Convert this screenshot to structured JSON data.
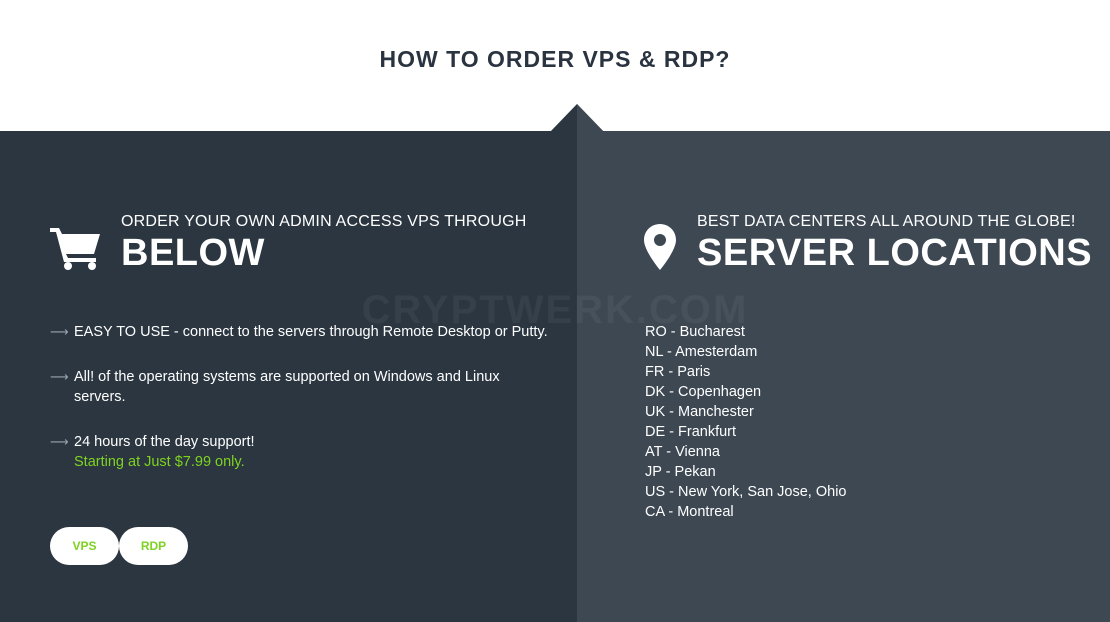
{
  "header": {
    "title": "HOW TO ORDER VPS & RDP?"
  },
  "watermark": "CRYPTWERK.COM",
  "left": {
    "eyebrow": "ORDER YOUR OWN ADMIN ACCESS VPS THROUGH",
    "heading": "BELOW",
    "icon": "shopping-cart-icon",
    "features": [
      {
        "text": "EASY TO USE - connect to the servers through Remote Desktop or Putty."
      },
      {
        "text": "All! of the operating systems are supported on Windows and Linux servers."
      },
      {
        "text": "24 hours of the day support!",
        "highlight": "Starting at Just $7.99 only."
      }
    ],
    "buttons": {
      "vps": "VPS",
      "rdp": "RDP"
    }
  },
  "right": {
    "eyebrow": "BEST DATA CENTERS ALL AROUND THE GLOBE!",
    "heading": "SERVER LOCATIONS",
    "icon": "map-pin-icon",
    "locations": [
      "RO - Bucharest",
      "NL - Amesterdam",
      "FR - Paris",
      "DK - Copenhagen",
      "UK - Manchester",
      "DE - Frankfurt",
      "AT - Vienna",
      "JP - Pekan",
      "US - New York, San Jose, Ohio",
      "CA - Montreal"
    ]
  },
  "colors": {
    "dark_panel": "#2b3641",
    "light_panel": "#3d4853",
    "accent_green": "#7ed321",
    "title_text": "#2a3440"
  }
}
